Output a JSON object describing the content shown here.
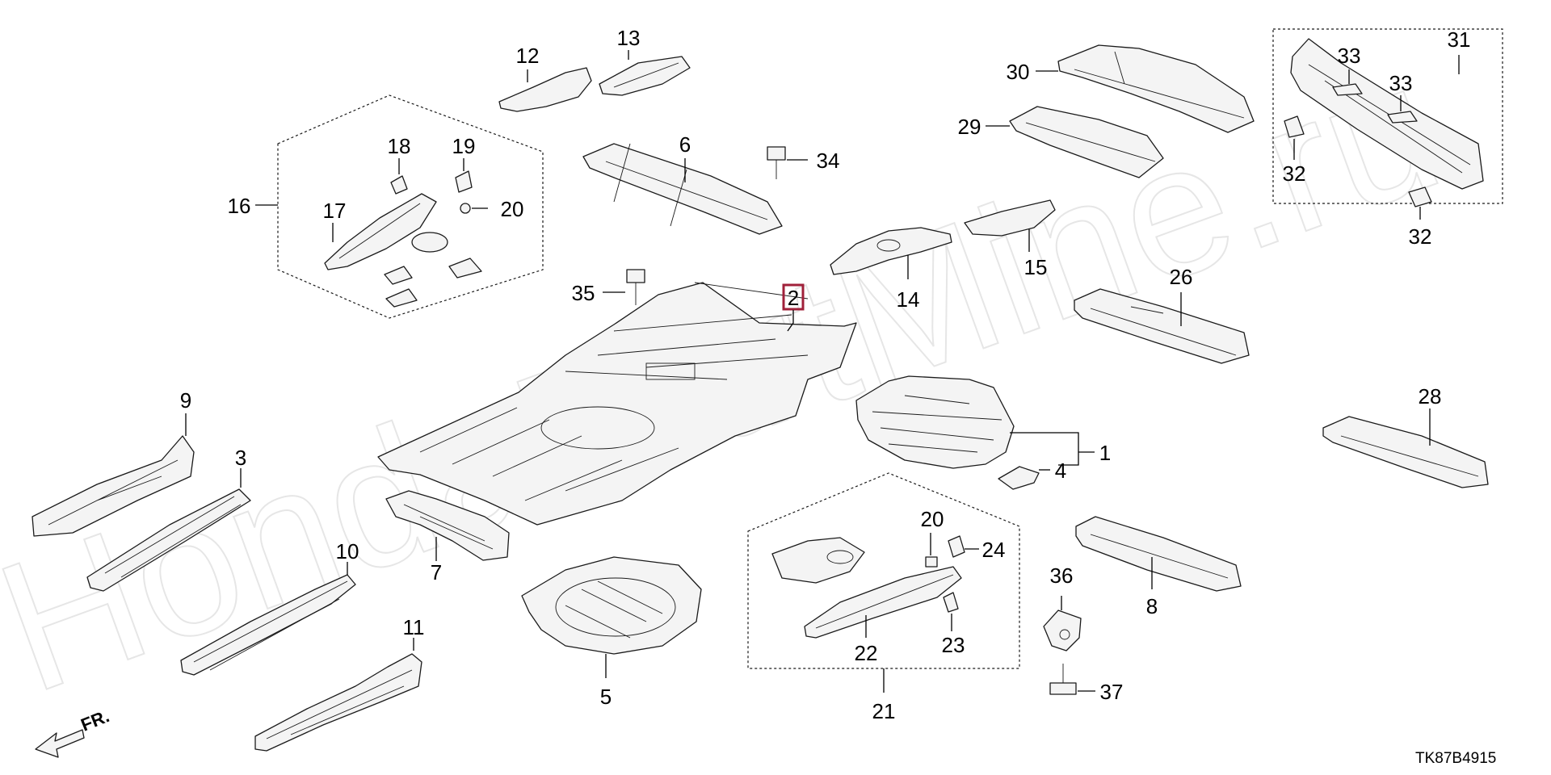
{
  "watermark": "HondaPartMine.ru",
  "diagram_code": "TK87B4915",
  "front_label": "FR.",
  "highlighted_part": "2",
  "colors": {
    "highlight": "#a0203a",
    "line": "#000000",
    "watermark": "#e6e6e6"
  },
  "callouts": {
    "c1": "1",
    "c2": "2",
    "c3": "3",
    "c4": "4",
    "c5": "5",
    "c6": "6",
    "c7": "7",
    "c8": "8",
    "c9": "9",
    "c10": "10",
    "c11": "11",
    "c12": "12",
    "c13": "13",
    "c14": "14",
    "c15": "15",
    "c16": "16",
    "c17": "17",
    "c18": "18",
    "c19": "19",
    "c20a": "20",
    "c20b": "20",
    "c21": "21",
    "c22": "22",
    "c23": "23",
    "c24": "24",
    "c26": "26",
    "c28": "28",
    "c29": "29",
    "c30": "30",
    "c31": "31",
    "c32a": "32",
    "c32b": "32",
    "c33a": "33",
    "c33b": "33",
    "c34": "34",
    "c35": "35",
    "c36": "36",
    "c37": "37"
  }
}
